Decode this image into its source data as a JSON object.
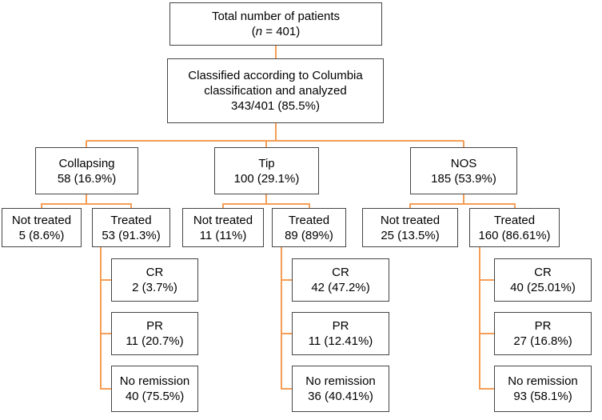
{
  "colors": {
    "connector": "#F59D56",
    "box_border": "#454545",
    "box_fill": "#FFFFFF",
    "text": "#000000",
    "page_background": "#FFFFFF"
  },
  "flowchart": {
    "total": {
      "line1": "Total number of patients",
      "line2_open": "(",
      "line2_var": "n",
      "line2_rest": " = 401)"
    },
    "classified": {
      "line1": "Classified according to Columbia",
      "line2": "classification and analyzed",
      "line3": "343/401 (85.5%)"
    },
    "collapsing": {
      "label": "Collapsing",
      "value": "58 (16.9%)"
    },
    "tip": {
      "label": "Tip",
      "value": "100 (29.1%)"
    },
    "nos": {
      "label": "NOS",
      "value": "185 (53.9%)"
    },
    "collapsing_not_treated": {
      "label": "Not treated",
      "value": "5 (8.6%)"
    },
    "collapsing_treated": {
      "label": "Treated",
      "value": "53 (91.3%)"
    },
    "tip_not_treated": {
      "label": "Not treated",
      "value": "11 (11%)"
    },
    "tip_treated": {
      "label": "Treated",
      "value": "89 (89%)"
    },
    "nos_not_treated": {
      "label": "Not treated",
      "value": "25 (13.5%)"
    },
    "nos_treated": {
      "label": "Treated",
      "value": "160 (86.61%)"
    },
    "collapsing_cr": {
      "label": "CR",
      "value": "2 (3.7%)"
    },
    "collapsing_pr": {
      "label": "PR",
      "value": "11 (20.7%)"
    },
    "collapsing_no_remission": {
      "label": "No remission",
      "value": "40 (75.5%)"
    },
    "tip_cr": {
      "label": "CR",
      "value": "42 (47.2%)"
    },
    "tip_pr": {
      "label": "PR",
      "value": "11 (12.41%)"
    },
    "tip_no_remission": {
      "label": "No remission",
      "value": "36 (40.41%)"
    },
    "nos_cr": {
      "label": "CR",
      "value": "40 (25.01%)"
    },
    "nos_pr": {
      "label": "PR",
      "value": "27 (16.8%)"
    },
    "nos_no_remission": {
      "label": "No remission",
      "value": "93 (58.1%)"
    }
  }
}
